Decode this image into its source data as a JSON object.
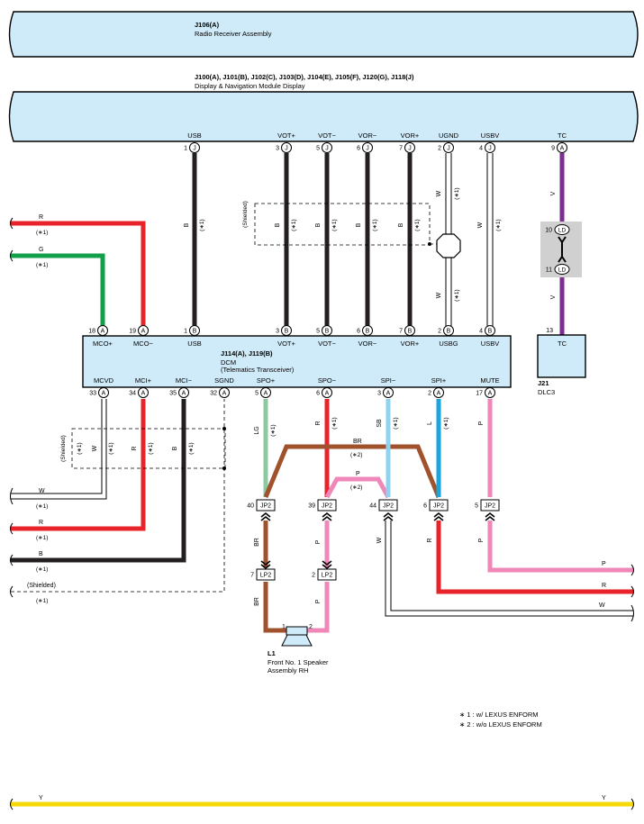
{
  "colors": {
    "box_fill": "#cfeaf9",
    "red": "#e8232a",
    "green": "#14a04b",
    "black": "#231f20",
    "violet": "#7b2d90",
    "light_green": "#8cc9a0",
    "brown": "#a0522d",
    "sky_blue": "#8fd3f0",
    "blue": "#1aa5dc",
    "pink": "#ef87b8",
    "yellow": "#f5d90a",
    "connector_gray": "#d0d0d0"
  },
  "components": {
    "radio": {
      "id": "J106(A)",
      "name": "Radio Receiver Assembly"
    },
    "display": {
      "id": "J100(A), J101(B), J102(C), J103(D), J104(E), J105(F), J120(G), J118(J)",
      "name": "Display & Navigation Module Display"
    },
    "dcm": {
      "id": "J114(A), J119(B)",
      "name": "DCM",
      "sub": "(Telematics Transceiver)"
    },
    "dlc3": {
      "id": "J21",
      "name": "DLC3",
      "pin_label": "TC"
    },
    "speaker": {
      "id": "L1",
      "name": "Front No. 1 Speaker",
      "name2": "Assembly RH",
      "pins": [
        "1",
        "2"
      ]
    }
  },
  "display_pins": [
    {
      "label": "USB",
      "num": "1",
      "conn": "J"
    },
    {
      "label": "VOT+",
      "num": "3",
      "conn": "J"
    },
    {
      "label": "VOT−",
      "num": "5",
      "conn": "J"
    },
    {
      "label": "VOR−",
      "num": "6",
      "conn": "J"
    },
    {
      "label": "VOR+",
      "num": "7",
      "conn": "J"
    },
    {
      "label": "UGND",
      "num": "2",
      "conn": "J"
    },
    {
      "label": "USBV",
      "num": "4",
      "conn": "J"
    },
    {
      "label": "TC",
      "num": "9",
      "conn": "A"
    }
  ],
  "dcm_top_pins": [
    {
      "label": "MCO+",
      "num": "18",
      "conn": "A"
    },
    {
      "label": "MCO−",
      "num": "19",
      "conn": "A"
    },
    {
      "label": "USB",
      "num": "1",
      "conn": "B"
    },
    {
      "label": "VOT+",
      "num": "3",
      "conn": "B"
    },
    {
      "label": "VOT−",
      "num": "5",
      "conn": "B"
    },
    {
      "label": "VOR−",
      "num": "6",
      "conn": "B"
    },
    {
      "label": "VOR+",
      "num": "7",
      "conn": "B"
    },
    {
      "label": "USBG",
      "num": "2",
      "conn": "B"
    },
    {
      "label": "USBV",
      "num": "4",
      "conn": "B"
    }
  ],
  "dcm_bottom_pins": [
    {
      "label": "MCVD",
      "num": "33",
      "conn": "A"
    },
    {
      "label": "MCI+",
      "num": "34",
      "conn": "A"
    },
    {
      "label": "MCI−",
      "num": "35",
      "conn": "A"
    },
    {
      "label": "SGND",
      "num": "32",
      "conn": "A"
    },
    {
      "label": "SPO+",
      "num": "5",
      "conn": "A"
    },
    {
      "label": "SPO−",
      "num": "6",
      "conn": "A"
    },
    {
      "label": "SPI−",
      "num": "3",
      "conn": "A"
    },
    {
      "label": "SPI+",
      "num": "2",
      "conn": "A"
    },
    {
      "label": "MUTE",
      "num": "17",
      "conn": "A"
    }
  ],
  "dlc3_pin": {
    "num": "13"
  },
  "joint_connector": {
    "name": "LD",
    "pins": [
      "10",
      "11"
    ]
  },
  "jp2_pins": [
    "40",
    "39",
    "44",
    "6",
    "5"
  ],
  "lp2_pins": [
    "7",
    "2"
  ],
  "wire_codes": {
    "R": "R",
    "G": "G",
    "B": "B",
    "W": "W",
    "V": "V",
    "LG": "LG",
    "BR": "BR",
    "P": "P",
    "SB": "SB",
    "L": "L",
    "Y": "Y"
  },
  "notes": {
    "n1": "(∗1)",
    "n2": "(∗2)",
    "shielded": "(Shielded)",
    "legend1": "∗ 1 : w/ LEXUS ENFORM",
    "legend2": "∗ 2 : w/o LEXUS ENFORM"
  }
}
